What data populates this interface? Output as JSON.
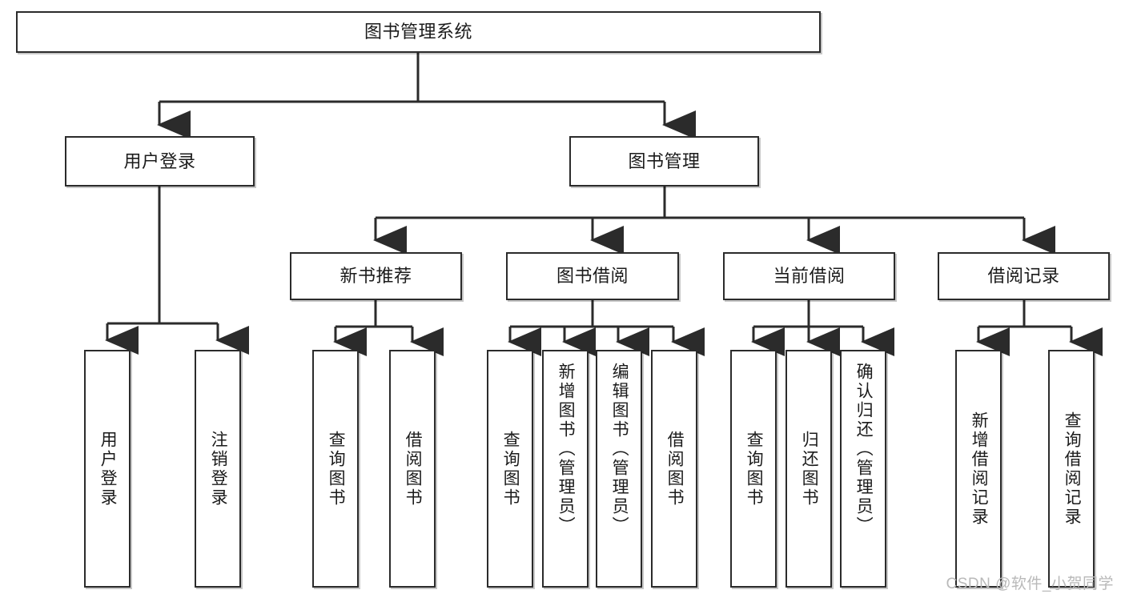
{
  "diagram": {
    "type": "tree-hierarchy",
    "title": "图书管理系统",
    "watermark": "CSDN @软件_小贺同学",
    "colors": {
      "node_border": "#2b2b2b",
      "node_fill": "#ffffff",
      "edge": "#2b2b2b",
      "watermark": "#b9b9b9",
      "background": "#ffffff"
    },
    "nodes": {
      "root": {
        "label": "图书管理系统"
      },
      "level2": [
        {
          "id": "user-login",
          "label": "用户登录"
        },
        {
          "id": "book-management",
          "label": "图书管理"
        }
      ],
      "level3": [
        {
          "id": "new-book-recommend",
          "label": "新书推荐"
        },
        {
          "id": "book-borrow",
          "label": "图书借阅"
        },
        {
          "id": "current-borrow",
          "label": "当前借阅"
        },
        {
          "id": "borrow-record",
          "label": "借阅记录"
        }
      ],
      "leaves": {
        "user_login": [
          {
            "id": "leaf-user-login",
            "label": "用户登录"
          },
          {
            "id": "leaf-logout-login",
            "label": "注销登录"
          }
        ],
        "new_book_recommend": [
          {
            "id": "leaf-query-book-1",
            "label": "查询图书"
          },
          {
            "id": "leaf-borrow-book-1",
            "label": "借阅图书"
          }
        ],
        "book_borrow": [
          {
            "id": "leaf-query-book-2",
            "label": "查询图书"
          },
          {
            "id": "leaf-add-book",
            "label": "新增图书（管理员）"
          },
          {
            "id": "leaf-edit-book",
            "label": "编辑图书（管理员）"
          },
          {
            "id": "leaf-borrow-book-2",
            "label": "借阅图书"
          }
        ],
        "current_borrow": [
          {
            "id": "leaf-query-book-3",
            "label": "查询图书"
          },
          {
            "id": "leaf-return-book",
            "label": "归还图书"
          },
          {
            "id": "leaf-confirm-return",
            "label": "确认归还（管理员）"
          }
        ],
        "borrow_record": [
          {
            "id": "leaf-add-record",
            "label": "新增借阅记录"
          },
          {
            "id": "leaf-query-record",
            "label": "查询借阅记录"
          }
        ]
      }
    }
  }
}
